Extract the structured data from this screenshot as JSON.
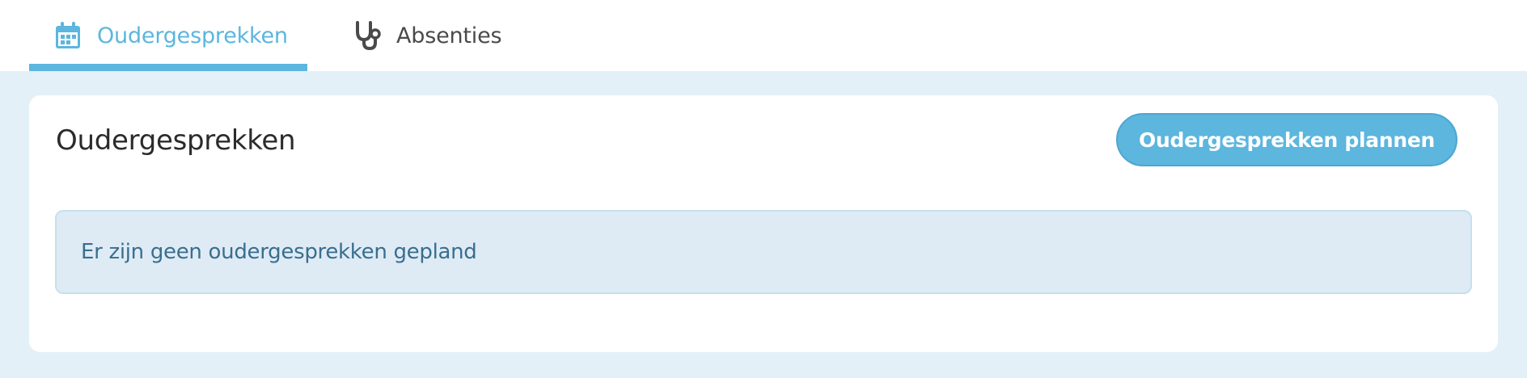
{
  "tabs": [
    {
      "label": "Oudergesprekken",
      "icon": "calendar-icon",
      "active": true
    },
    {
      "label": "Absenties",
      "icon": "stethoscope-icon",
      "active": false
    }
  ],
  "card": {
    "title": "Oudergesprekken",
    "plan_button_label": "Oudergesprekken plannen",
    "empty_message": "Er zijn geen oudergesprekken gepland"
  },
  "colors": {
    "accent": "#5cb6de",
    "page_background": "#e3f0f7",
    "alert_background": "#deebf5",
    "alert_text": "#3a6e8f",
    "inactive_tab_text": "#4a4a4a"
  }
}
